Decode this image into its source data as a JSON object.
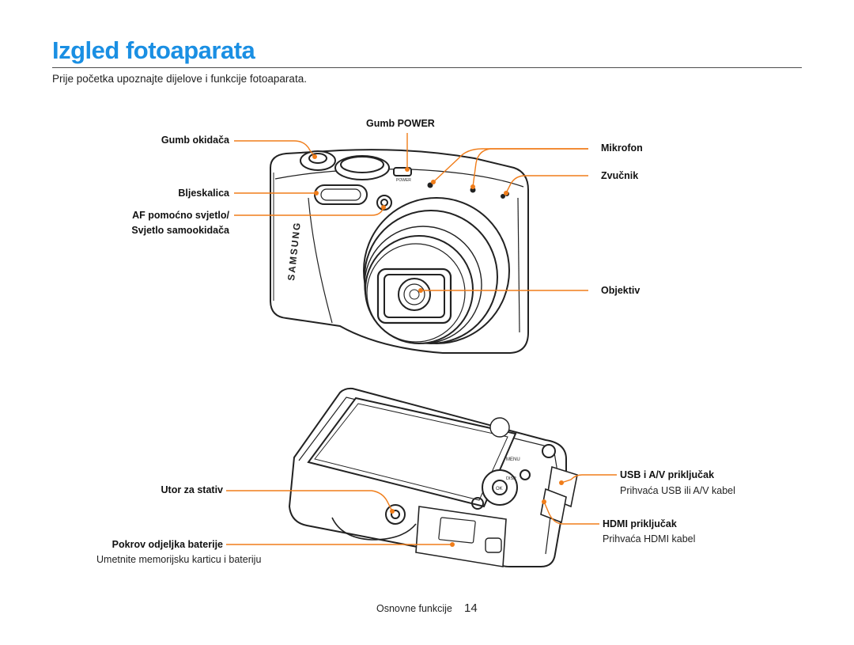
{
  "page": {
    "title": "Izgled fotoaparata",
    "intro": "Prije početka upoznajte dijelove i funkcije fotoaparata."
  },
  "front_labels": {
    "shutter": "Gumb okidača",
    "power": "Gumb POWER",
    "microphone": "Mikrofon",
    "speaker": "Zvučnik",
    "flash": "Bljeskalica",
    "af_line1": "AF pomoćno svjetlo/",
    "af_line2": "Svjetlo samookidača",
    "lens": "Objektiv"
  },
  "back_labels": {
    "tripod": "Utor za stativ",
    "battery": "Pokrov odjeljka baterije",
    "battery_note": "Umetnite memorijsku karticu i bateriju",
    "usb": "USB i A/V priključak",
    "usb_note": "Prihvaća USB ili A/V kabel",
    "hdmi": "HDMI priključak",
    "hdmi_note": "Prihvaća HDMI kabel"
  },
  "camera_marks": {
    "brand": "SAMSUNG",
    "power_mark": "POWER",
    "menu": "MENU",
    "disp": "DISP",
    "ok": "OK"
  },
  "footer": {
    "section": "Osnovne funkcije",
    "page_number": "14"
  },
  "colors": {
    "title": "#1a8fe3",
    "callout": "#f07d1a"
  }
}
